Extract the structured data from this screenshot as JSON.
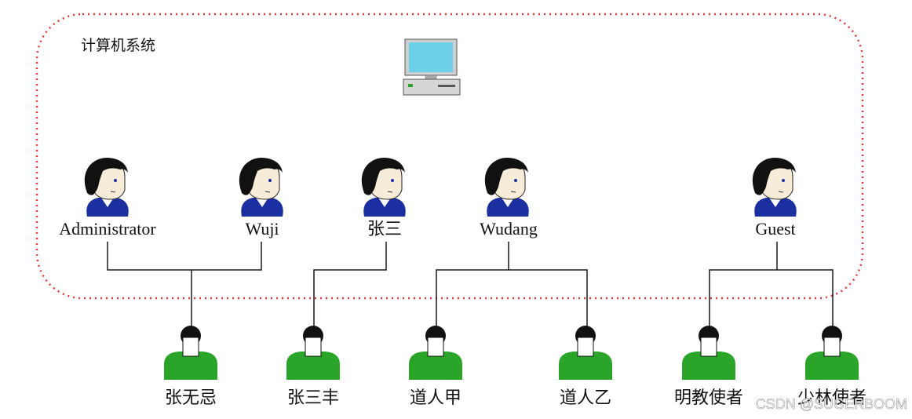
{
  "system": {
    "label": "计算机系统"
  },
  "accounts": [
    {
      "id": "administrator",
      "label": "Administrator"
    },
    {
      "id": "wuji",
      "label": "Wuji"
    },
    {
      "id": "zhangsan",
      "label": "张三"
    },
    {
      "id": "wudang",
      "label": "Wudang"
    },
    {
      "id": "guest",
      "label": "Guest"
    }
  ],
  "users": [
    {
      "id": "zhangwuji",
      "label": "张无忌",
      "accounts": [
        "administrator",
        "wuji"
      ]
    },
    {
      "id": "zhangsanfeng",
      "label": "张三丰",
      "accounts": [
        "zhangsan"
      ]
    },
    {
      "id": "daorenjia",
      "label": "道人甲",
      "accounts": [
        "wudang"
      ]
    },
    {
      "id": "daorenyi",
      "label": "道人乙",
      "accounts": [
        "wudang"
      ]
    },
    {
      "id": "mingjiao",
      "label": "明教使者",
      "accounts": [
        "guest"
      ]
    },
    {
      "id": "shaolin",
      "label": "少林使者",
      "accounts": [
        "guest"
      ]
    }
  ],
  "watermark": "CSDN @SUGERBOOM",
  "colors": {
    "boundary": "#e03a3a",
    "connector": "#1a1a1a",
    "account_shirt": "#1b2fa0",
    "user_body": "#2aa52a",
    "monitor_screen": "#6ed0e8"
  },
  "icons": {
    "system": "desktop-computer-icon",
    "account": "account-avatar-icon",
    "user": "person-icon"
  }
}
